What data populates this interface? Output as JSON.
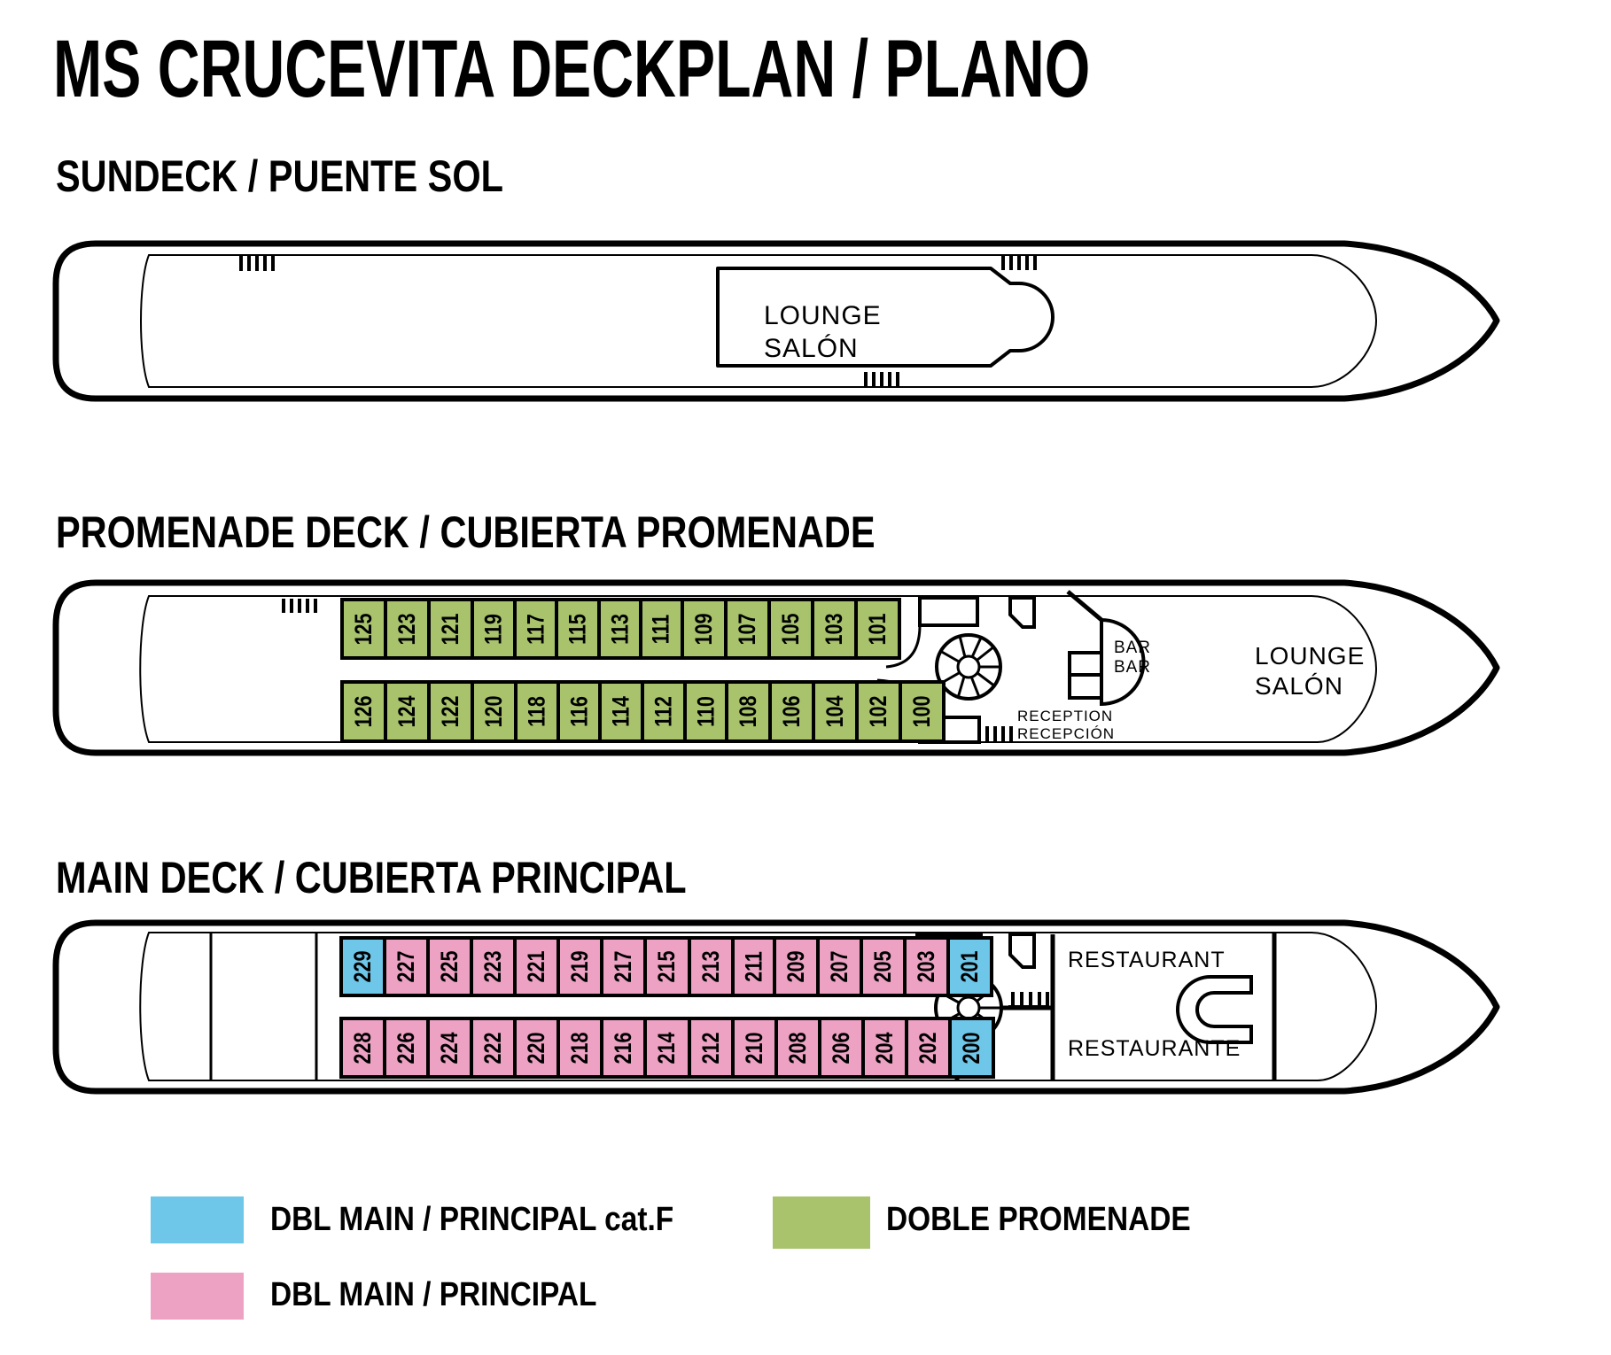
{
  "title": "MS CRUCEVITA DECKPLAN / PLANO",
  "decks": {
    "sundeck": {
      "heading": "SUNDECK / PUENTE SOL",
      "lounge": "LOUNGE\nSALÓN"
    },
    "promenade": {
      "heading": "PROMENADE DECK / CUBIERTA PROMENADE",
      "bar": "BAR\nBAR",
      "reception": "RECEPTION\nRECEPCIÓN",
      "lounge": "LOUNGE\nSALÓN",
      "cabins_port": [
        {
          "n": "125",
          "t": "prom"
        },
        {
          "n": "123",
          "t": "prom"
        },
        {
          "n": "121",
          "t": "prom"
        },
        {
          "n": "119",
          "t": "prom"
        },
        {
          "n": "117",
          "t": "prom"
        },
        {
          "n": "115",
          "t": "prom"
        },
        {
          "n": "113",
          "t": "prom"
        },
        {
          "n": "111",
          "t": "prom"
        },
        {
          "n": "109",
          "t": "prom"
        },
        {
          "n": "107",
          "t": "prom"
        },
        {
          "n": "105",
          "t": "prom"
        },
        {
          "n": "103",
          "t": "prom"
        },
        {
          "n": "101",
          "t": "prom"
        }
      ],
      "cabins_starboard": [
        {
          "n": "126",
          "t": "prom"
        },
        {
          "n": "124",
          "t": "prom"
        },
        {
          "n": "122",
          "t": "prom"
        },
        {
          "n": "120",
          "t": "prom"
        },
        {
          "n": "118",
          "t": "prom"
        },
        {
          "n": "116",
          "t": "prom"
        },
        {
          "n": "114",
          "t": "prom"
        },
        {
          "n": "112",
          "t": "prom"
        },
        {
          "n": "110",
          "t": "prom"
        },
        {
          "n": "108",
          "t": "prom"
        },
        {
          "n": "106",
          "t": "prom"
        },
        {
          "n": "104",
          "t": "prom"
        },
        {
          "n": "102",
          "t": "prom"
        },
        {
          "n": "100",
          "t": "prom"
        }
      ]
    },
    "main": {
      "heading": "MAIN DECK / CUBIERTA PRINCIPAL",
      "restaurant_en": "RESTAURANT",
      "restaurant_es": "RESTAURANTE",
      "cabins_port": [
        {
          "n": "229",
          "t": "mainf"
        },
        {
          "n": "227",
          "t": "main"
        },
        {
          "n": "225",
          "t": "main"
        },
        {
          "n": "223",
          "t": "main"
        },
        {
          "n": "221",
          "t": "main"
        },
        {
          "n": "219",
          "t": "main"
        },
        {
          "n": "217",
          "t": "main"
        },
        {
          "n": "215",
          "t": "main"
        },
        {
          "n": "213",
          "t": "main"
        },
        {
          "n": "211",
          "t": "main"
        },
        {
          "n": "209",
          "t": "main"
        },
        {
          "n": "207",
          "t": "main"
        },
        {
          "n": "205",
          "t": "main"
        },
        {
          "n": "203",
          "t": "main"
        },
        {
          "n": "201",
          "t": "mainf"
        }
      ],
      "cabins_starboard": [
        {
          "n": "228",
          "t": "main"
        },
        {
          "n": "226",
          "t": "main"
        },
        {
          "n": "224",
          "t": "main"
        },
        {
          "n": "222",
          "t": "main"
        },
        {
          "n": "220",
          "t": "main"
        },
        {
          "n": "218",
          "t": "main"
        },
        {
          "n": "216",
          "t": "main"
        },
        {
          "n": "214",
          "t": "main"
        },
        {
          "n": "212",
          "t": "main"
        },
        {
          "n": "210",
          "t": "main"
        },
        {
          "n": "208",
          "t": "main"
        },
        {
          "n": "206",
          "t": "main"
        },
        {
          "n": "204",
          "t": "main"
        },
        {
          "n": "202",
          "t": "main"
        },
        {
          "n": "200",
          "t": "mainf"
        }
      ]
    }
  },
  "legend": {
    "items": [
      {
        "label": "DBL MAIN / PRINCIPAL cat.F",
        "color": "#6ec6e8"
      },
      {
        "label": "DBL MAIN / PRINCIPAL",
        "color": "#eda2c4"
      },
      {
        "label": "DOBLE PROMENADE",
        "color": "#a8c36c"
      }
    ]
  }
}
